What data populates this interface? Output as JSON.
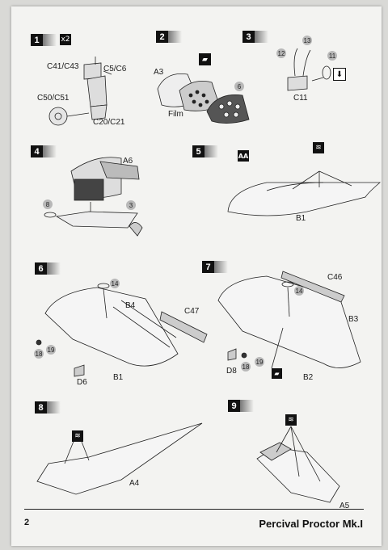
{
  "steps": [
    {
      "number": "1",
      "multiplier": "x2",
      "labels": [
        "C41/C43",
        "C5/C6",
        "C50/C51",
        "C20/C21"
      ]
    },
    {
      "number": "2",
      "labels": [
        "A3",
        "Film"
      ],
      "callouts": [
        "6"
      ]
    },
    {
      "number": "3",
      "labels": [
        "C11"
      ],
      "callouts": [
        "13",
        "12",
        "11"
      ]
    },
    {
      "number": "4",
      "labels": [
        "A6"
      ],
      "callouts": [
        "8",
        "3"
      ]
    },
    {
      "number": "5",
      "labels": [
        "B1"
      ]
    },
    {
      "number": "6",
      "labels": [
        "B4",
        "C47",
        "B1",
        "D6"
      ],
      "callouts": [
        "14",
        "18",
        "19"
      ]
    },
    {
      "number": "7",
      "labels": [
        "C46",
        "B3",
        "D8",
        "B2"
      ],
      "callouts": [
        "14",
        "18",
        "19"
      ]
    },
    {
      "number": "8",
      "labels": [
        "A4"
      ]
    },
    {
      "number": "9",
      "labels": [
        "A5"
      ]
    }
  ],
  "footer": {
    "page_number": "2",
    "title": "Percival Proctor Mk.I"
  },
  "colors": {
    "paper": "#f3f3f1",
    "ink": "#111111",
    "callout": "#b8b8b8"
  },
  "icons": [
    "glue-icon",
    "paint-icon",
    "decal-icon",
    "arrow-down-icon"
  ]
}
